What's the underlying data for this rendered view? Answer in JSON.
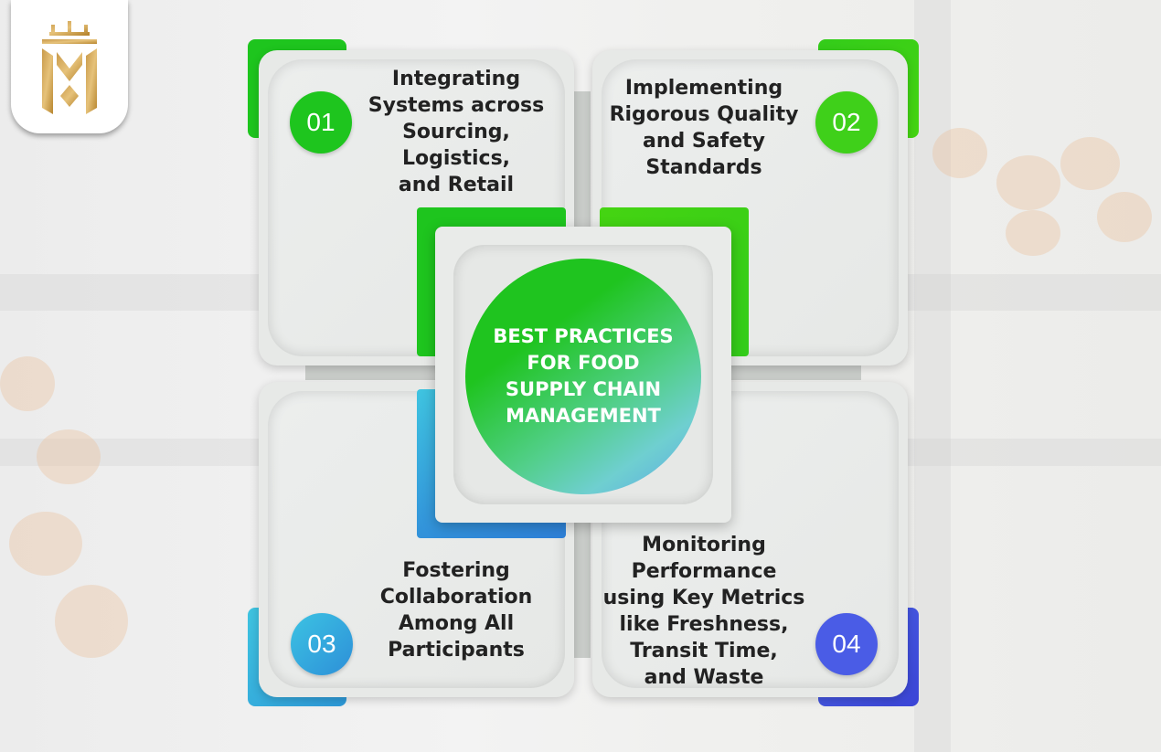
{
  "center": {
    "lines": [
      "BEST PRACTICES",
      "FOR FOOD",
      "SUPPLY CHAIN",
      "MANAGEMENT"
    ]
  },
  "items": [
    {
      "number": "01",
      "lines": [
        "Integrating",
        "Systems across",
        "Sourcing,",
        "Logistics,",
        "and Retail"
      ]
    },
    {
      "number": "02",
      "lines": [
        "Implementing",
        "Rigorous Quality",
        "and Safety",
        "Standards"
      ]
    },
    {
      "number": "03",
      "lines": [
        "Fostering",
        "Collaboration",
        "Among All",
        "Participants"
      ]
    },
    {
      "number": "04",
      "lines": [
        "Monitoring",
        "Performance",
        "using Key Metrics",
        "like Freshness,",
        "Transit Time,",
        "and Waste"
      ]
    }
  ],
  "colors": {
    "green": "#1ec51e",
    "green_light": "#3fd01a",
    "blue_light": "#3cb9e2",
    "blue_violet": "#4a5ce6",
    "text": "#222222"
  },
  "icons": {
    "logo": "crown-shield-logo-icon"
  }
}
